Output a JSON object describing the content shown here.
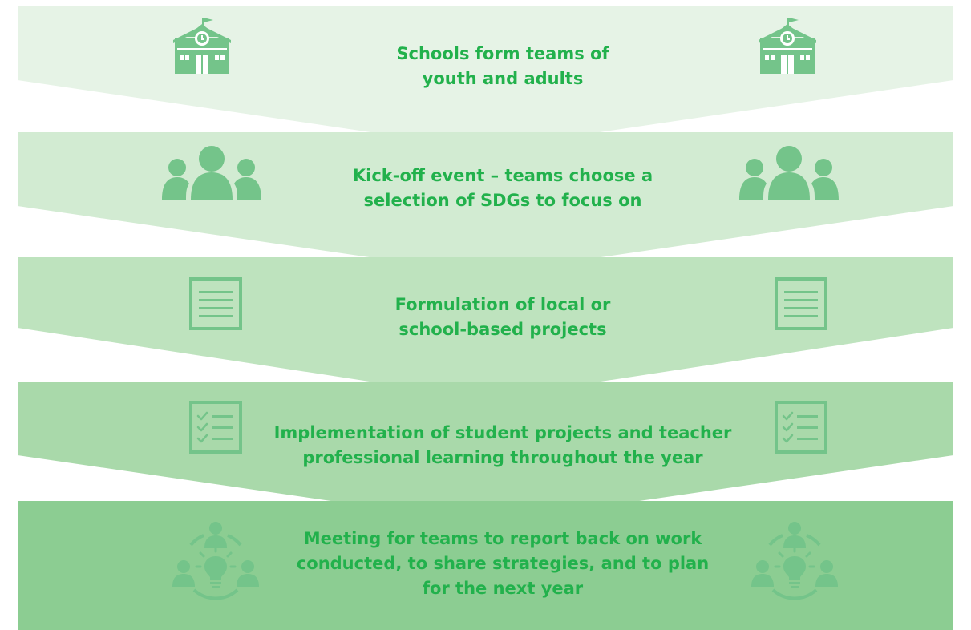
{
  "colors": {
    "text": "#22b14c",
    "icon": "#74c48a",
    "stage_fills": [
      "#e6f3e6",
      "#d2ebd2",
      "#bee3be",
      "#a9d9aa",
      "#8ccd92"
    ]
  },
  "stages": [
    {
      "icon": "school-building-icon",
      "lines": [
        "Schools form teams of",
        "youth and adults"
      ]
    },
    {
      "icon": "people-group-icon",
      "lines": [
        "Kick-off event – teams choose a",
        "selection of SDGs to focus on"
      ]
    },
    {
      "icon": "document-lines-icon",
      "lines": [
        "Formulation of local or",
        "school-based projects"
      ]
    },
    {
      "icon": "checklist-icon",
      "lines": [
        "Implementation of student projects and teacher",
        "professional learning throughout the year"
      ]
    },
    {
      "icon": "team-idea-cycle-icon",
      "lines": [
        "Meeting for teams to report back on work",
        "conducted, to share strategies, and to plan",
        "for the next year"
      ]
    }
  ]
}
